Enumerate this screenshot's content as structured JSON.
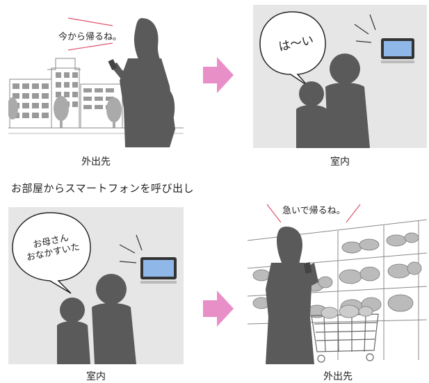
{
  "panels": {
    "top_left": {
      "speech": "今から帰るね。",
      "caption": "外出先"
    },
    "top_right": {
      "bubble": "は〜い",
      "caption": "室内"
    },
    "bottom_left": {
      "bubble_line1": "お母さん",
      "bubble_line2": "おなかすいた",
      "caption": "室内"
    },
    "bottom_right": {
      "speech": "急いで帰るね。",
      "caption": "外出先"
    }
  },
  "heading": "お部屋からスマートフォンを呼び出し",
  "colors": {
    "arrow": "#e98fc8",
    "silhouette": "#5a5a5a",
    "indoor_bg": "#e6e6e6",
    "screen": "#8fb8e8"
  }
}
